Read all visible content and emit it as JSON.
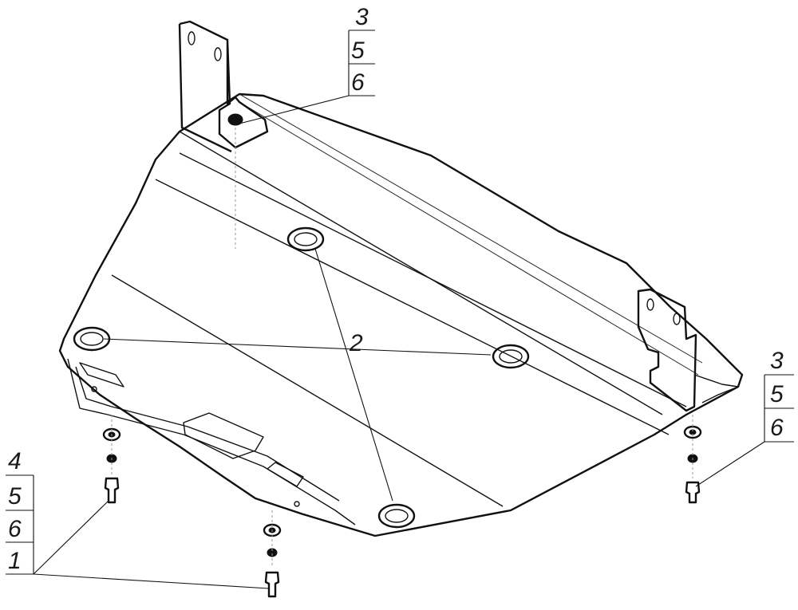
{
  "callouts": {
    "top": [
      "3",
      "5",
      "6"
    ],
    "right": [
      "3",
      "5",
      "6"
    ],
    "left": [
      "4",
      "5",
      "6",
      "1"
    ],
    "center": "2"
  }
}
